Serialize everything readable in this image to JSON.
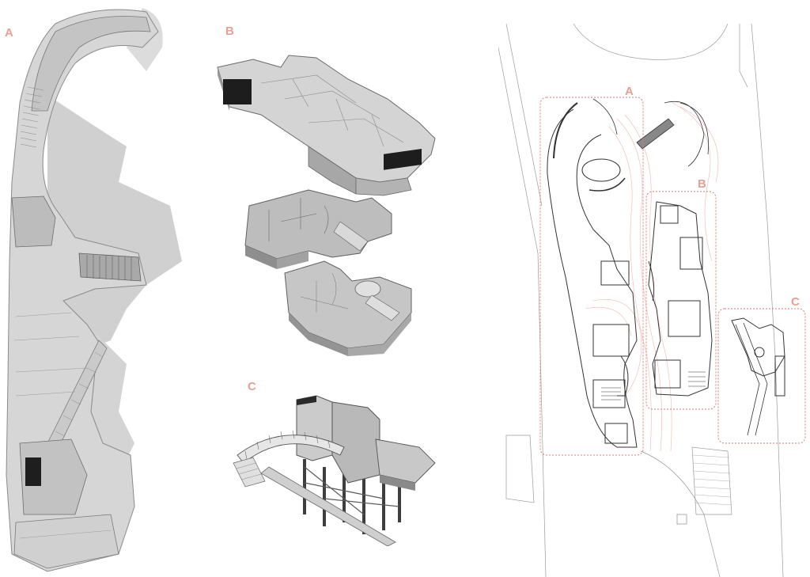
{
  "colors": {
    "accent_label": "#e8a090",
    "zone_outline": "#e07a70",
    "contour": "#f0b8b0",
    "concrete_light": "#d9d9d9",
    "concrete_mid": "#bdbdbd",
    "concrete_dark": "#8e8e8e",
    "shadow": "#cfcfcf",
    "linework": "#555555",
    "site_line": "#9a9a9a"
  },
  "panels": {
    "aerial_a": {
      "label": "A"
    },
    "axon_b": {
      "label": "B"
    },
    "axon_c": {
      "label": "C"
    }
  },
  "site_plan": {
    "zones": [
      {
        "label": "A"
      },
      {
        "label": "B"
      },
      {
        "label": "C"
      }
    ]
  }
}
